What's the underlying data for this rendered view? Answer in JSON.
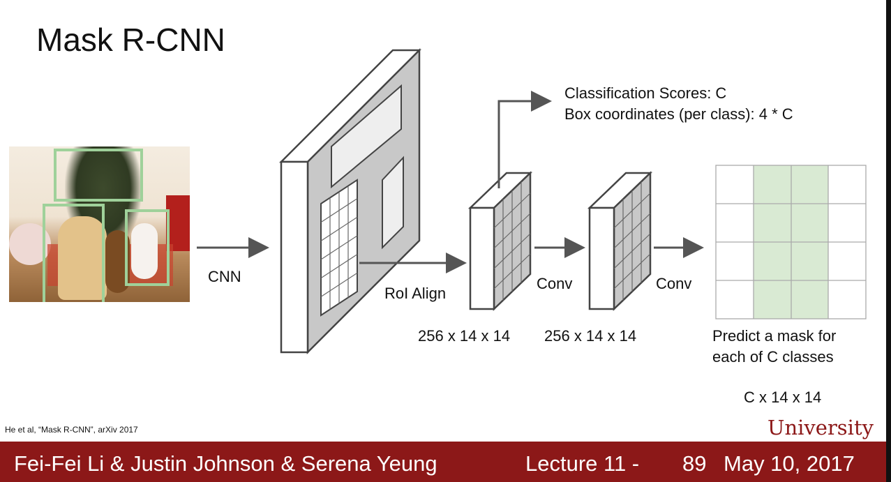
{
  "title": "Mask R-CNN",
  "labels": {
    "cnn": "CNN",
    "roi_align": "RoI Align",
    "conv1": "Conv",
    "conv2": "Conv",
    "dim1": "256 x 14 x 14",
    "dim2": "256 x 14 x 14",
    "cls_scores": "Classification Scores: C",
    "box_coords": "Box coordinates (per class): 4 * C",
    "predict_line1": "Predict a mask for",
    "predict_line2": "each of C classes",
    "mask_dim": "C x 14 x 14"
  },
  "citation": "He et al, “Mask R-CNN”, arXiv 2017",
  "footer": {
    "authors": "Fei-Fei Li & Justin Johnson & Serena Yeung",
    "lecture": "Lecture 11 -",
    "page": "89",
    "date": "May 10, 2017",
    "overlay": "University"
  },
  "colors": {
    "footer": "#8c1818",
    "box": "#9fd19a",
    "mask": "#d9ead3",
    "gray": "#c8c8c8"
  }
}
